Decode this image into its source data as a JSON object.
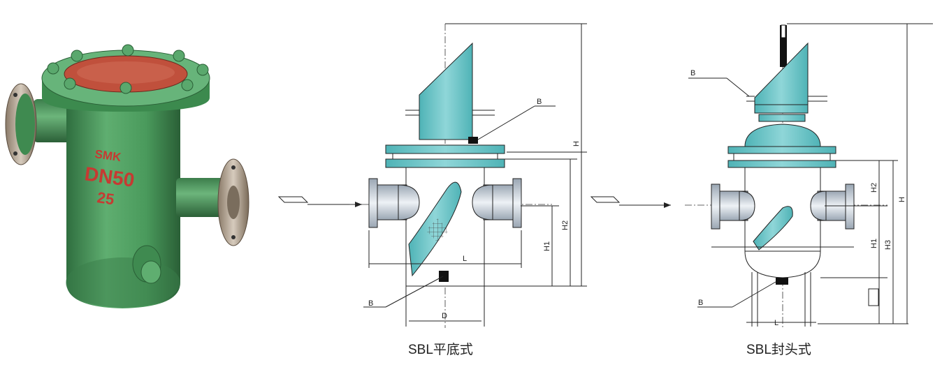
{
  "product_photo": {
    "body_text": [
      "SMK",
      "DN50",
      "25"
    ]
  },
  "flat_bottom_drawing": {
    "caption": "SBL平底式",
    "labels": {
      "b_top": "B",
      "b_bottom": "B",
      "h": "H",
      "h2": "H2",
      "h1": "H1",
      "l": "L",
      "d": "D"
    }
  },
  "dished_head_drawing": {
    "caption": "SBL封头式",
    "labels": {
      "b_top": "B",
      "b_bottom": "B",
      "h": "H",
      "h2": "H2",
      "h1": "H1",
      "h3": "H3",
      "l": "L"
    }
  },
  "colors": {
    "body_green": "#4f9b60",
    "drawing_teal": "#66c3c6",
    "flange_gray": "#c9d2dc",
    "cover_red": "#c0503c"
  }
}
